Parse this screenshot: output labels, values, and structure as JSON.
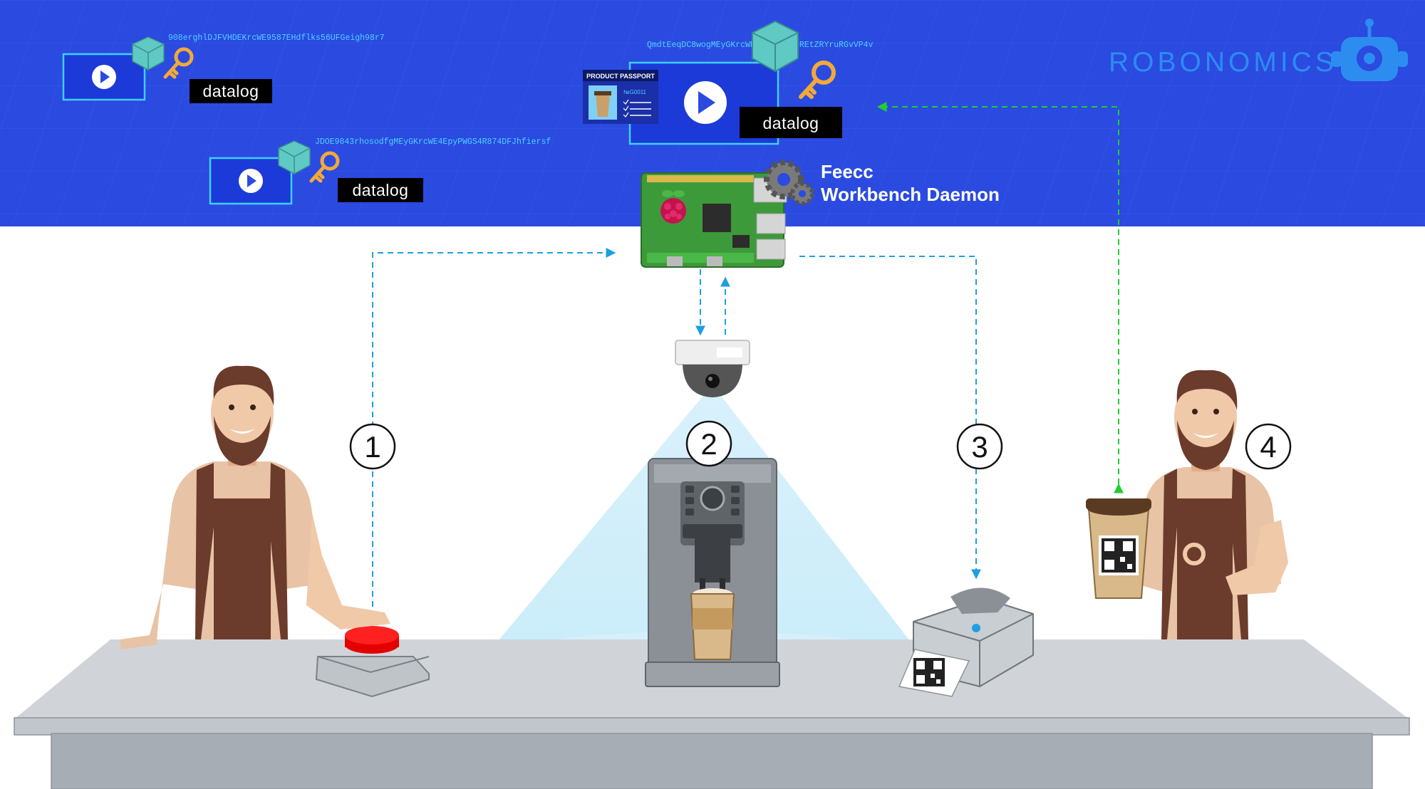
{
  "brand": {
    "name": "ROBONOMICS"
  },
  "daemon": {
    "line1": "Feecc",
    "line2": "Workbench Daemon"
  },
  "datalogs": [
    {
      "hash": "908erghlDJFVHDEKrcWE9587EHdflks56UFGeigh98r7",
      "label": "datalog"
    },
    {
      "hash": "JDOE9843rhosodfgMEyGKrcWE4EpyPWGS4R874DFJhfiersf",
      "label": "datalog"
    },
    {
      "hash": "QmdtEeqDC8wogMEyGKrcWE4EpyPWGS4REtZRYruRGvVP4v",
      "label": "datalog"
    }
  ],
  "passport": {
    "title": "PRODUCT PASSPORT",
    "number": "№G0011"
  },
  "steps": [
    "1",
    "2",
    "3",
    "4"
  ],
  "colors": {
    "header_blue": "#2a4ae0",
    "link_blue": "#1e9fe0",
    "link_green": "#22cc33",
    "brand_blue": "#2d8cf0",
    "hash_cyan": "#4fd2ff"
  },
  "icons": [
    "play-icon",
    "blockchain-cube-icon",
    "key-icon",
    "gear-icon",
    "raspberry-pi-icon",
    "camera-icon",
    "coffee-machine-icon",
    "button-icon",
    "printer-icon",
    "qr-code-icon",
    "coffee-cup-icon",
    "robot-logo-icon"
  ]
}
